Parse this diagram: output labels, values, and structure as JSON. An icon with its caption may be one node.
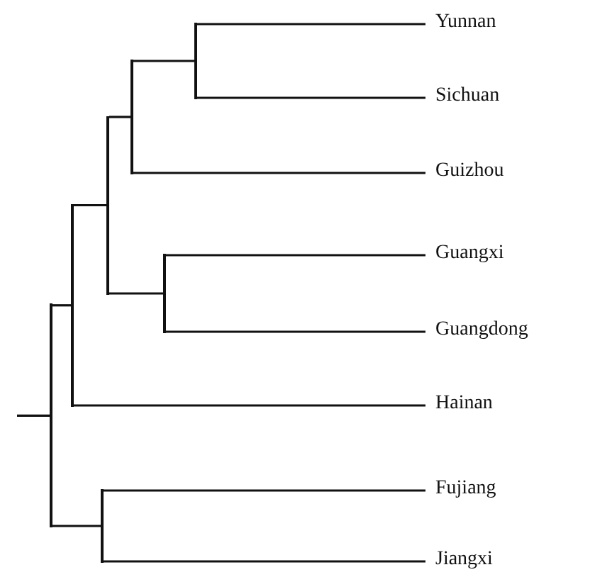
{
  "diagram": {
    "nodes": [
      {
        "text": [
          "Yunnan"
        ]
      },
      {
        "text": [
          "Sichuan"
        ]
      },
      {
        "text": [
          "Guizhou"
        ]
      },
      {
        "text": [
          "Guangxi"
        ]
      },
      {
        "text": [
          "Guangdong"
        ]
      },
      {
        "text": [
          "Hainan"
        ]
      },
      {
        "text": [
          "Fujiang"
        ]
      },
      {
        "text": [
          "Jiangxi"
        ]
      },
      {
        "text": [],
        "shape": "bar"
      },
      {
        "text": [],
        "shape": "bar"
      },
      {
        "text": [],
        "shape": "bar"
      },
      {
        "text": [],
        "shape": "bar"
      },
      {
        "text": [],
        "shape": "bar"
      },
      {
        "text": [],
        "shape": "bar"
      },
      {
        "text": [],
        "shape": "bar"
      }
    ],
    "edges": [
      {
        "from": null,
        "to": 8,
        "arrow": "none"
      },
      {
        "from": 8,
        "to": 9,
        "arrow": "none"
      },
      {
        "from": 8,
        "to": 10,
        "arrow": "none"
      },
      {
        "from": 9,
        "to": 11,
        "arrow": "none"
      },
      {
        "from": 9,
        "to": 5,
        "arrow": "none"
      },
      {
        "from": 11,
        "to": 12,
        "arrow": "none"
      },
      {
        "from": 11,
        "to": 13,
        "arrow": "none"
      },
      {
        "from": 12,
        "to": 14,
        "arrow": "none"
      },
      {
        "from": 12,
        "to": 2,
        "arrow": "none"
      },
      {
        "from": 14,
        "to": 0,
        "arrow": "none"
      },
      {
        "from": 14,
        "to": 1,
        "arrow": "none"
      },
      {
        "from": 13,
        "to": 3,
        "arrow": "none"
      },
      {
        "from": 13,
        "to": 4,
        "arrow": "none"
      },
      {
        "from": 10,
        "to": 6,
        "arrow": "none"
      },
      {
        "from": 10,
        "to": 7,
        "arrow": "none"
      }
    ]
  }
}
